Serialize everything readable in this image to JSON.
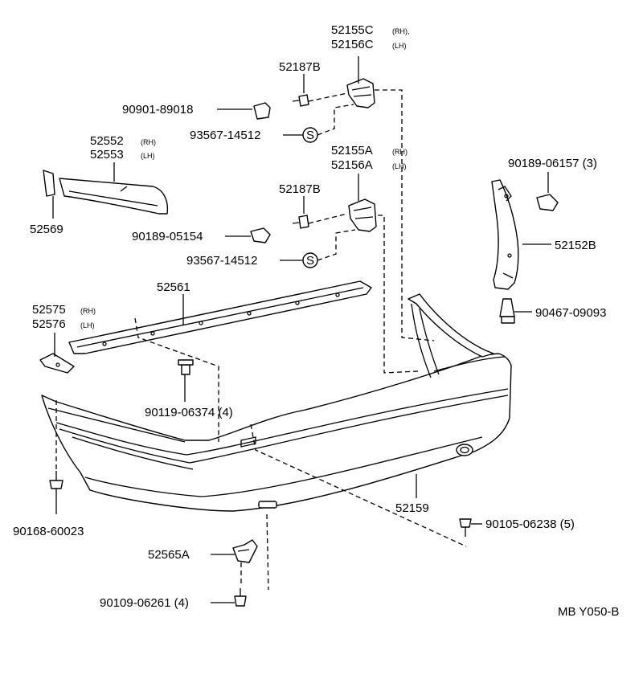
{
  "part_labels": {
    "p52155C": "52155C",
    "p52155C_side": "(RH),",
    "p52156C": "52156C",
    "p52156C_side": "(LH)",
    "p52187B_top": "52187B",
    "p90901": "90901-89018",
    "p93567_top": "93567-14512",
    "p52552": "52552",
    "p52552_side": "(RH)",
    "p52553": "52553",
    "p52553_side": "(LH)",
    "p52155A": "52155A",
    "p52155A_side": "(RH)",
    "p52156A": "52156A",
    "p52156A_side": "(LH)",
    "p90189_06157": "90189-06157 (3)",
    "p52187B_mid": "52187B",
    "p52569": "52569",
    "p90189_05154": "90189-05154",
    "p52152B": "52152B",
    "p93567_mid": "93567-14512",
    "p52561": "52561",
    "p52575": "52575",
    "p52575_side": "(RH)",
    "p52576": "52576",
    "p52576_side": "(LH)",
    "p90467": "90467-09093",
    "p90119": "90119-06374 (4)",
    "p52159": "52159",
    "p90105": "90105-06238 (5)",
    "p90168": "90168-60023",
    "p52565A": "52565A",
    "p90109": "90109-06261 (4)"
  },
  "ring_symbol": "S",
  "figure_code": "MB Y050-B"
}
